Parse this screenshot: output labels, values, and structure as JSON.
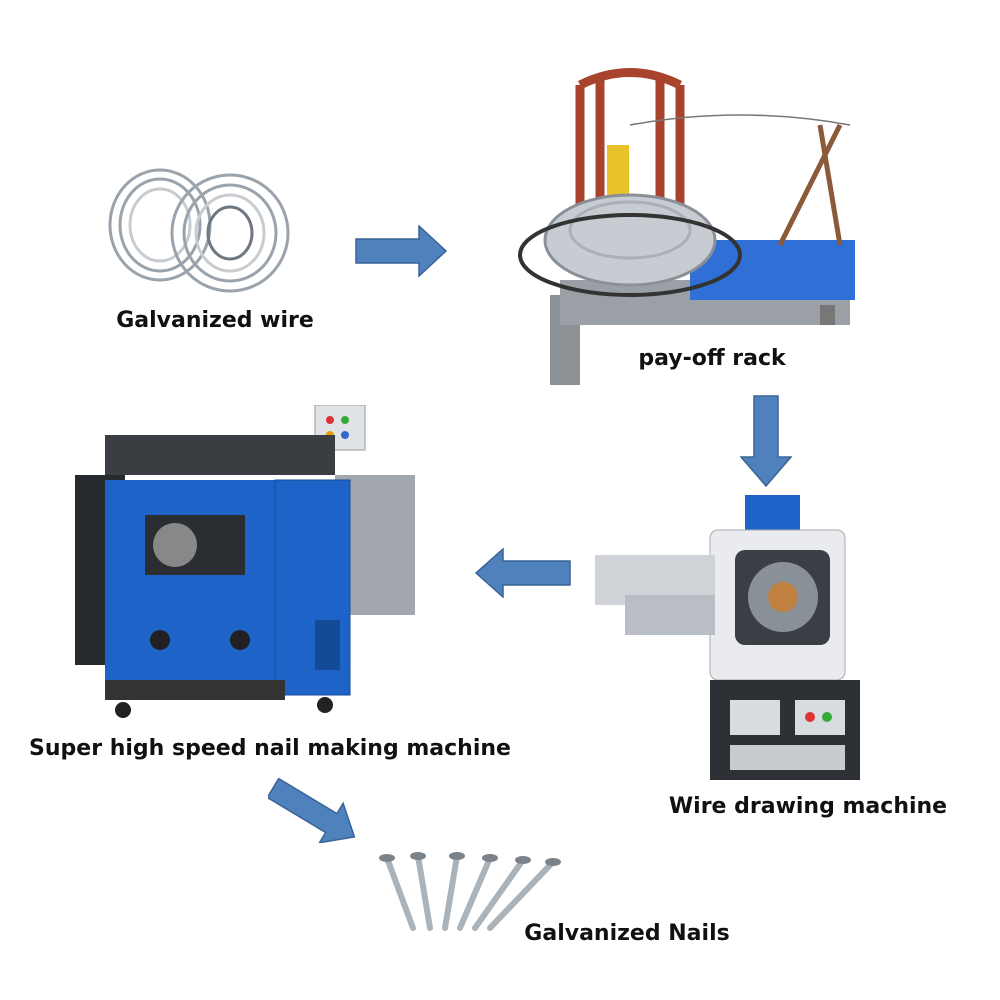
{
  "steps": [
    {
      "id": "wire",
      "label": "Galvanized wire"
    },
    {
      "id": "rack",
      "label": "pay-off rack"
    },
    {
      "id": "drawing",
      "label": "Wire drawing machine"
    },
    {
      "id": "nailer",
      "label": "Super high speed nail making machine"
    },
    {
      "id": "nails",
      "label": "Galvanized Nails"
    }
  ],
  "colors": {
    "arrow": "#4f81bd",
    "arrow_border": "#3a6496",
    "machine_blue": "#1e64c8",
    "rack_red": "#a8432e"
  }
}
